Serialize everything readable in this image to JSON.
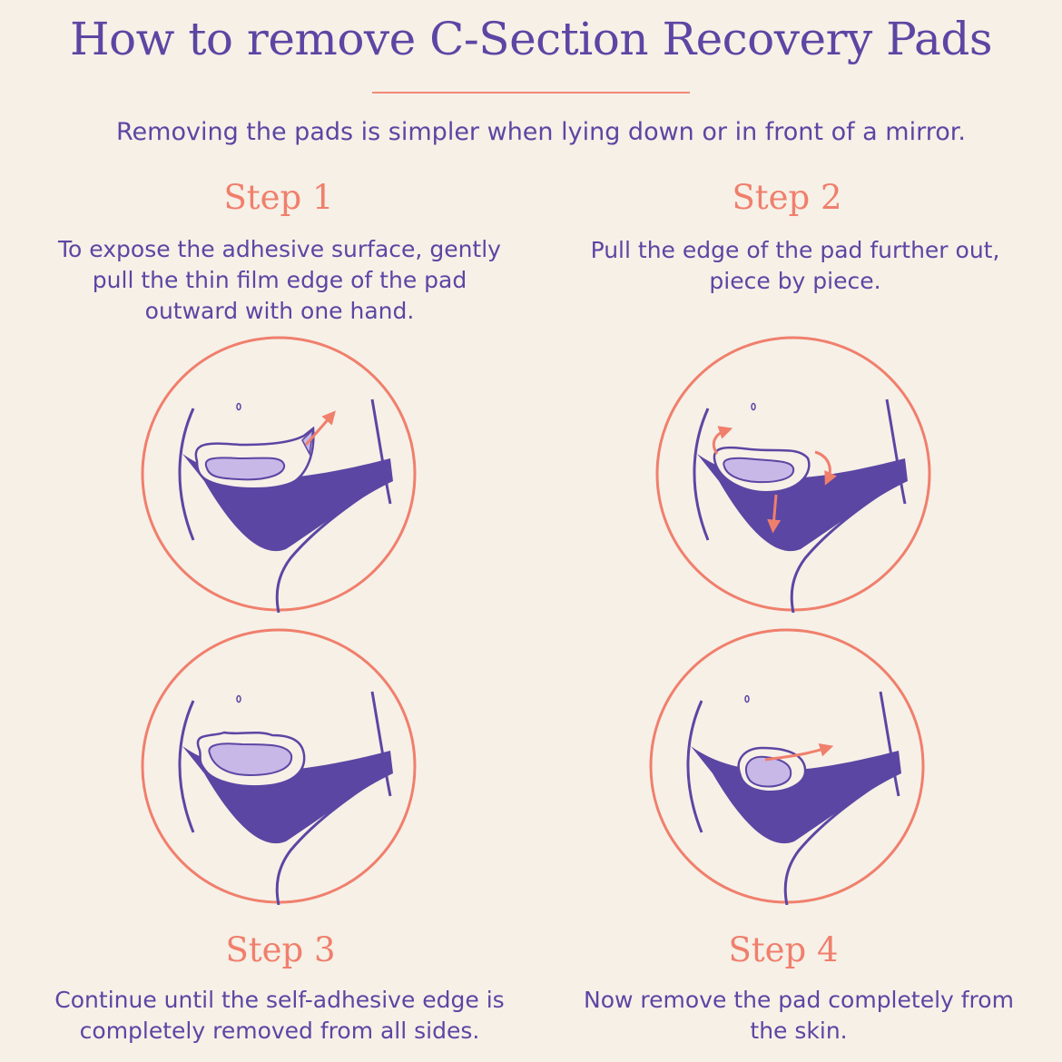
{
  "title": "How to remove C-Section Recovery Pads",
  "subtitle": "Removing the pads is simpler when lying down or in front of a mirror.",
  "colors": {
    "accent": "#f07f6c",
    "primary": "#5b46a3",
    "background": "#f6f0e7",
    "pad": "#c7b8e8"
  },
  "steps": [
    {
      "title": "Step 1",
      "text": "To expose the adhesive surface, gently pull the thin film edge of the pad outward with one hand.",
      "icon": "pad-peel-illustration"
    },
    {
      "title": "Step 2",
      "text": "Pull the edge of the pad further out, piece by piece.",
      "icon": "pad-pull-illustration"
    },
    {
      "title": "Step 3",
      "text": "Continue until the self-adhesive edge is completely removed from all sides.",
      "icon": "pad-loosened-illustration"
    },
    {
      "title": "Step 4",
      "text": "Now remove the pad completely from the skin.",
      "icon": "pad-remove-illustration"
    }
  ]
}
